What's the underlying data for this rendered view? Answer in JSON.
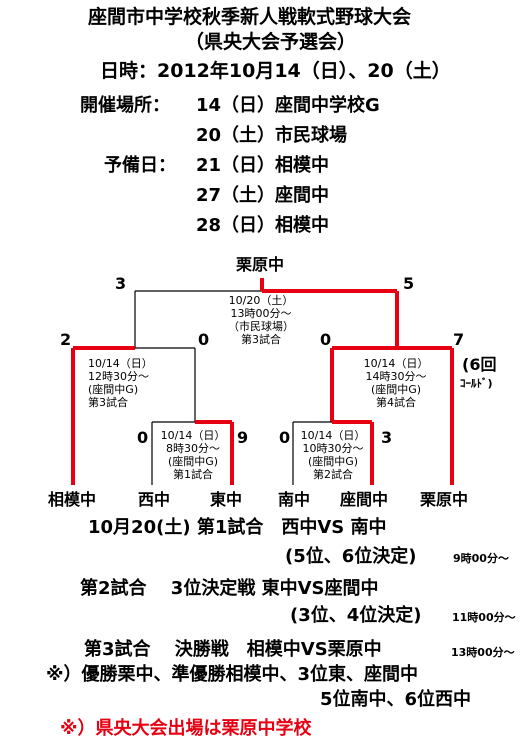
{
  "header": {
    "title": "座間市中学校秋季新人戦軟式野球大会",
    "subtitle": "（県央大会予選会）",
    "date_line": "日時：2012年10月14（日）、20（土）"
  },
  "venues": {
    "label": "開催場所：",
    "line1": "14（日）座間中学校G",
    "line2": "20（土）市民球場",
    "reserve_label": "予備日：",
    "reserve1": "21（日）相模中",
    "reserve2": "27（土）座間中",
    "reserve3": "28（日）相模中"
  },
  "bracket": {
    "champion": "栗原中",
    "final": {
      "left_score": "3",
      "right_score": "5",
      "info": [
        "10/20（土）",
        "13時00分～",
        "（市民球場）",
        "第3試合"
      ]
    },
    "semi_left": {
      "left_score": "2",
      "right_score": "0",
      "info": [
        "10/14（日）",
        "12時30分～",
        "(座間中G)",
        "第3試合"
      ]
    },
    "semi_right": {
      "left_score": "0",
      "right_score": "7",
      "note": "(6回",
      "note2": "ｺｰﾙﾄﾞ)",
      "info": [
        "10/14（日）",
        "14時30分～",
        "(座間中G)",
        "第4試合"
      ]
    },
    "qf_left": {
      "left_score": "0",
      "right_score": "9",
      "info": [
        "10/14（日）",
        "8時30分～",
        "(座間中G)",
        "第1試合"
      ]
    },
    "qf_right": {
      "left_score": "0",
      "right_score": "3",
      "info": [
        "10/14（日）",
        "10時30分～",
        "(座間中G)",
        "第2試合"
      ]
    },
    "teams": [
      "相模中",
      "西中",
      "東中",
      "南中",
      "座間中",
      "栗原中"
    ]
  },
  "schedule": {
    "line1": "10月20(土) 第1試合　西中VS 南中",
    "line2": "(5位、6位決定)",
    "line2_time": "9時00分～",
    "line3": "第2試合　 3位決定戦 東中VS座間中",
    "line4": "(3位、4位決定)",
    "line4_time": "11時00分～",
    "line5": "第3試合　 決勝戦　相模中VS栗原中",
    "line5_time": "13時00分～",
    "result1": "※）優勝栗中、準優勝相模中、3位東、座間中",
    "result2": "5位南中、6位西中",
    "note": "※）県央大会出場は栗原中学校"
  },
  "colors": {
    "winner_line": "#e60012",
    "loser_line": "#000000",
    "note_text": "#e60012"
  }
}
